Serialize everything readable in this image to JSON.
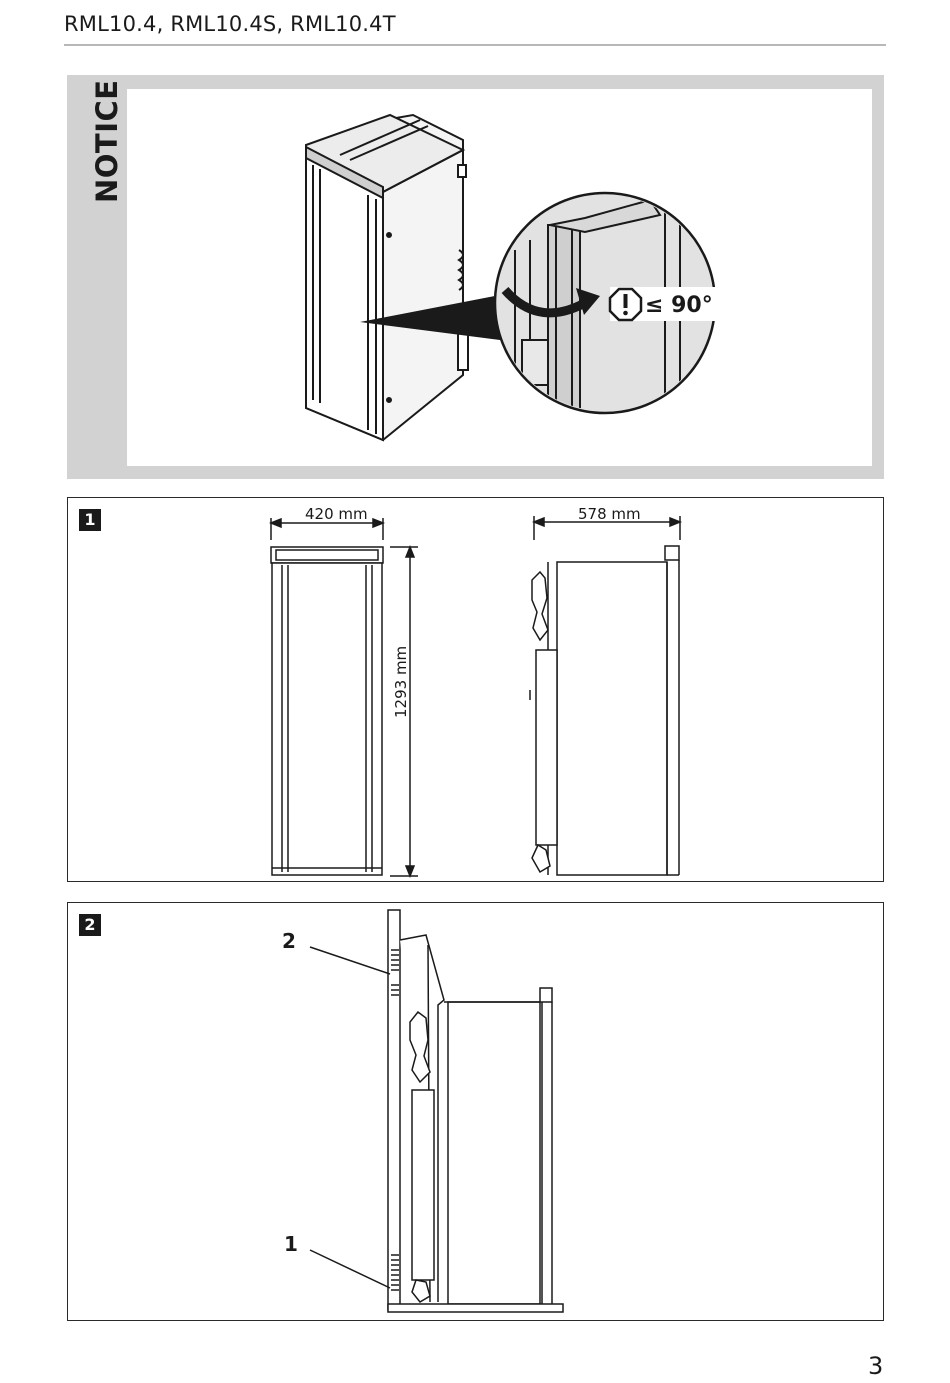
{
  "header": {
    "title": "RML10.4, RML10.4S, RML10.4T"
  },
  "notice": {
    "label": "NOTICE",
    "angle_text": "≤ 90°",
    "icon": "warning-exclamation-icon"
  },
  "figure1": {
    "badge": "1",
    "width_label": "420 mm",
    "height_label": "1293 mm",
    "depth_label": "578 mm"
  },
  "figure2": {
    "badge": "2",
    "callout_2": "2",
    "callout_1": "1"
  },
  "footer": {
    "page_number": "3"
  }
}
